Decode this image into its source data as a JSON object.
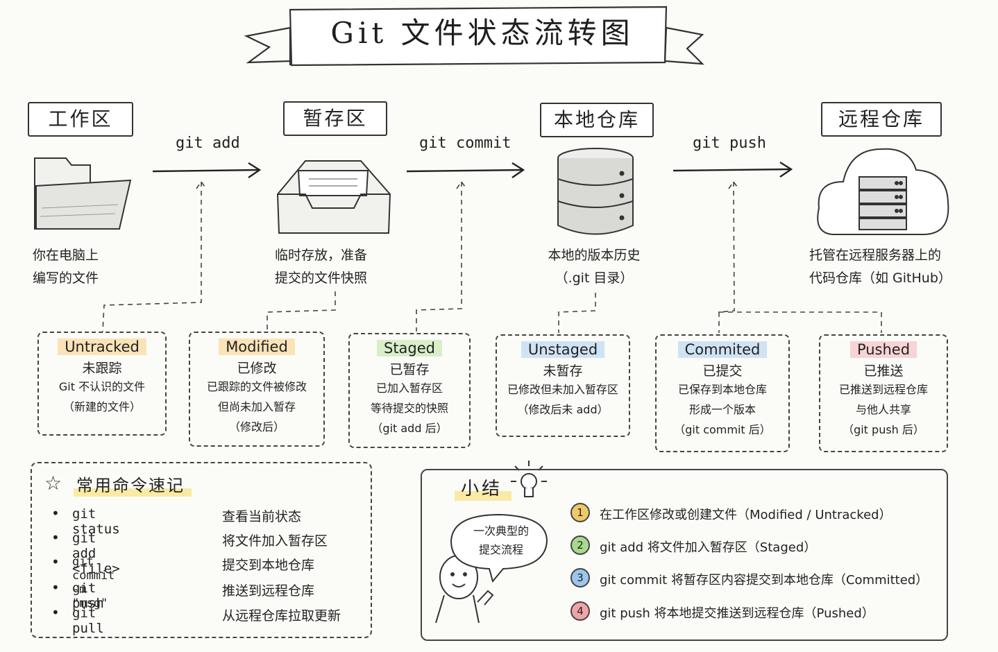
{
  "title": "Git 文件状态流转图",
  "zones": [
    {
      "label": "工作区",
      "desc": [
        "你在电脑上",
        "编写的文件"
      ]
    },
    {
      "label": "暂存区",
      "desc": [
        "临时存放，准备",
        "提交的文件快照"
      ]
    },
    {
      "label": "本地仓库",
      "desc": [
        "本地的版本历史",
        "（.git 目录）"
      ]
    },
    {
      "label": "远程仓库",
      "desc": [
        "托管在远程服务器上的",
        "代码仓库（如 GitHub）"
      ]
    }
  ],
  "commands": {
    "add": "git add",
    "commit": "git commit",
    "push": "git push"
  },
  "states": [
    {
      "en": "Untracked",
      "zh": "未跟踪",
      "lines": [
        "Git 不认识的文件",
        "（新建的文件）"
      ]
    },
    {
      "en": "Modified",
      "zh": "已修改",
      "lines": [
        "已跟踪的文件被修改",
        "但尚未加入暂存",
        "（修改后）"
      ]
    },
    {
      "en": "Staged",
      "zh": "已暂存",
      "lines": [
        "已加入暂存区",
        "等待提交的快照",
        "（git add 后）"
      ]
    },
    {
      "en": "Unstaged",
      "zh": "未暂存",
      "lines": [
        "已修改但未加入暂存区",
        "（修改后未 add）"
      ]
    },
    {
      "en": "Commited",
      "zh": "已提交",
      "lines": [
        "已保存到本地仓库",
        "形成一个版本",
        "（git commit 后）"
      ]
    },
    {
      "en": "Pushed",
      "zh": "已推送",
      "lines": [
        "已推送到远程仓库",
        "与他人共享",
        "（git push 后）"
      ]
    }
  ],
  "cheatsheet": {
    "title": "常用命令速记",
    "items": [
      {
        "cmd": "git status",
        "desc": "查看当前状态"
      },
      {
        "cmd": "git add <file>",
        "desc": "将文件加入暂存区"
      },
      {
        "cmd": "git commit -m \"msg\"",
        "desc": "提交到本地仓库"
      },
      {
        "cmd": "git push",
        "desc": "推送到远程仓库"
      },
      {
        "cmd": "git pull",
        "desc": "从远程仓库拉取更新"
      }
    ]
  },
  "summary": {
    "title": "小结",
    "bubble": [
      "一次典型的",
      "提交流程"
    ],
    "steps": [
      {
        "num": "1",
        "text": "在工作区修改或创建文件（Modified / Untracked）"
      },
      {
        "num": "2",
        "text": "git add  将文件加入暂存区（Staged）"
      },
      {
        "num": "3",
        "text": "git commit  将暂存区内容提交到本地仓库（Committed）"
      },
      {
        "num": "4",
        "text": "git push  将本地提交推送到远程仓库（Pushed）"
      }
    ]
  },
  "colors": {
    "highlight_orange": "#fbe3b8",
    "highlight_green": "#d8efc9",
    "highlight_blue": "#cfe3f5",
    "highlight_pink": "#f8d3d6",
    "highlight_yellow": "#fbeaa6",
    "num1": "#f0c86a",
    "num2": "#a9d88f",
    "num3": "#9cc6ec",
    "num4": "#f0a3a8"
  }
}
